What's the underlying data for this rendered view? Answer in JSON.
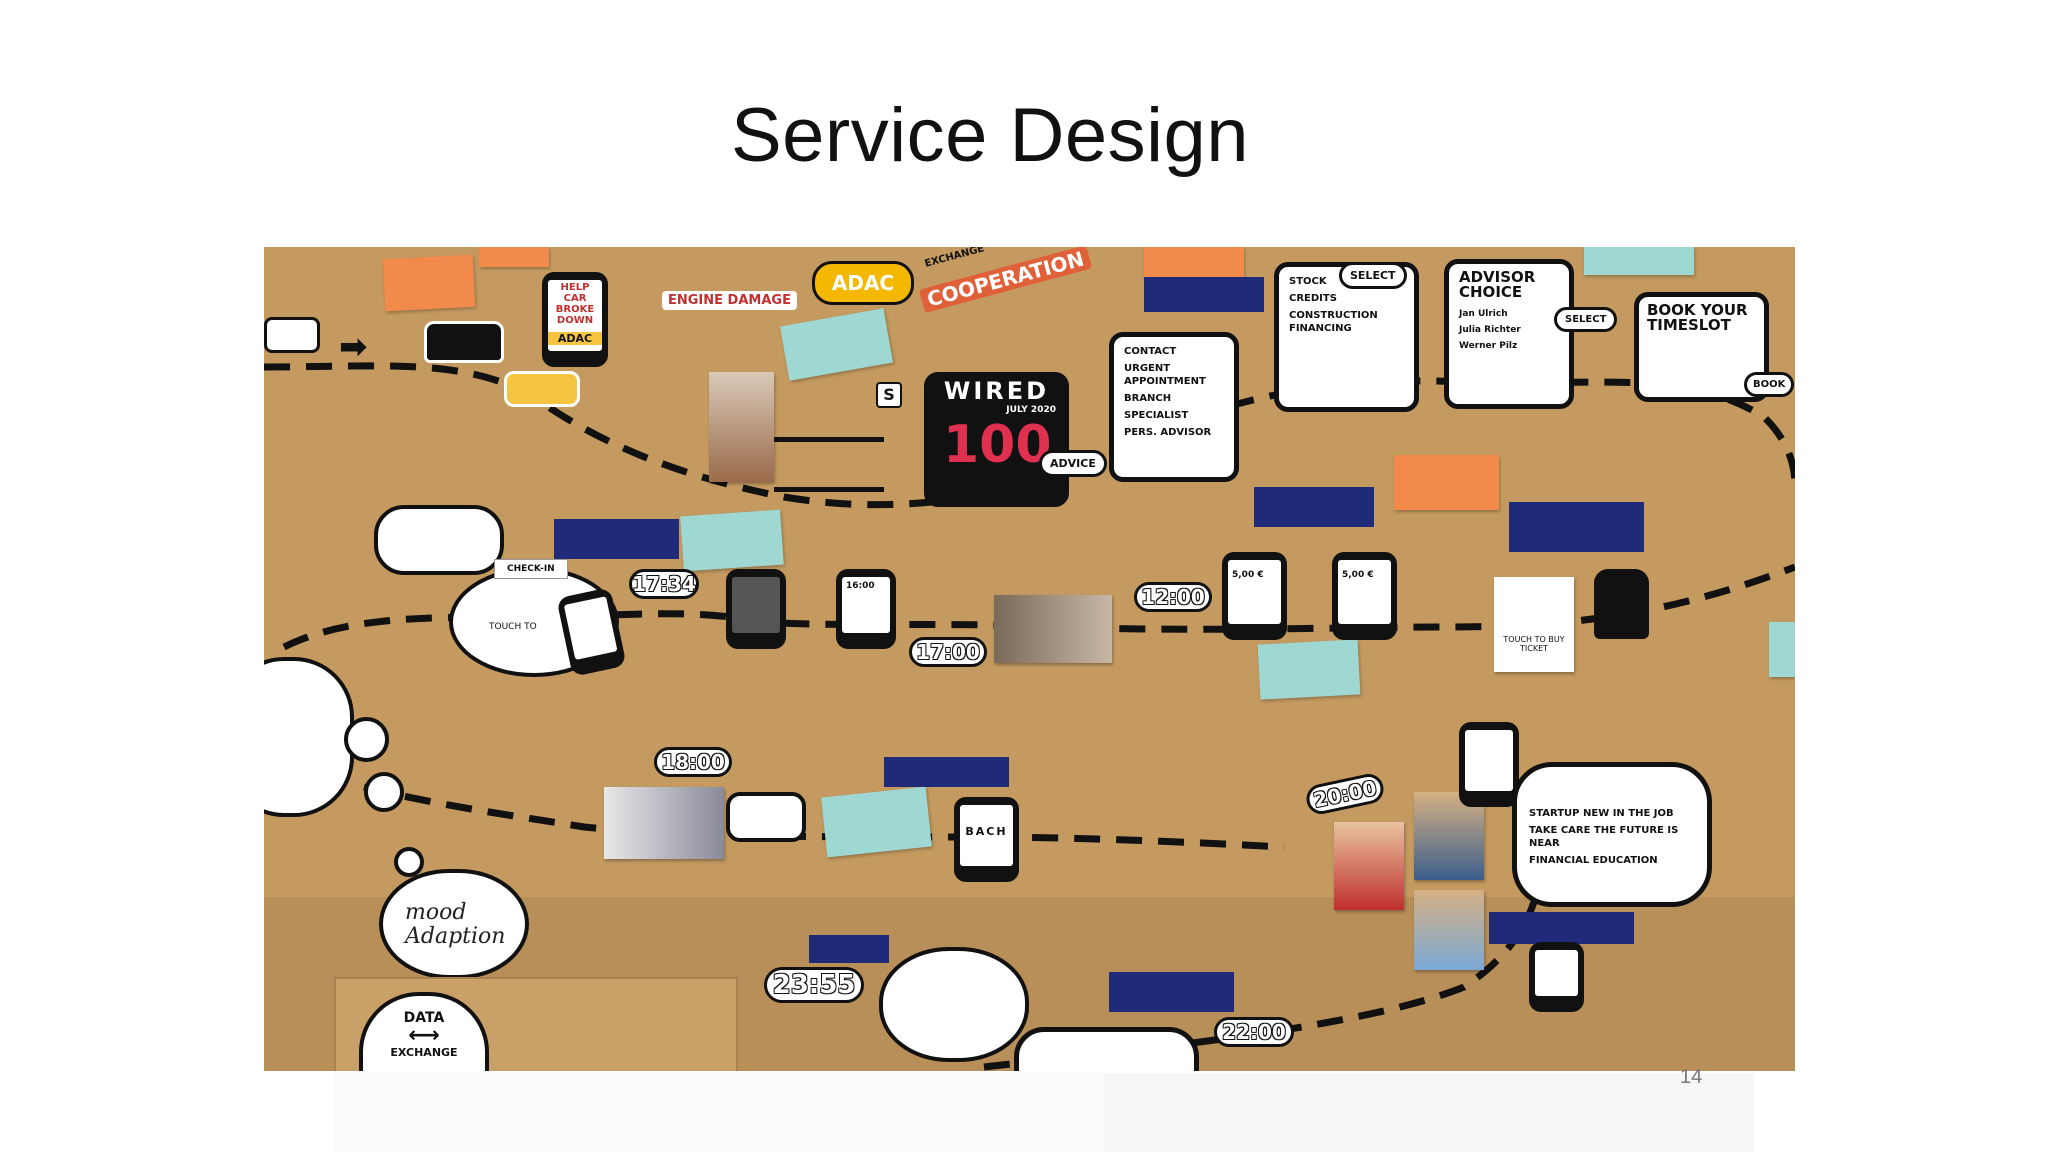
{
  "slide": {
    "title": "Service Design",
    "page_number": "14"
  },
  "board": {
    "top_row": {
      "help_car": "HELP CAR BROKE DOWN",
      "adac_sign": "ADAC",
      "engine_damage": "ENGINE DAMAGE",
      "adac_cloud": "ADAC",
      "cooperation": "COOPERATION",
      "exchange": "EXCHANGE",
      "wired": "WIRED",
      "wired_date": "JULY 2020",
      "wired_number": "100",
      "advice": "ADVICE",
      "menu_items": [
        "CONTACT",
        "URGENT APPOINTMENT",
        "BRANCH",
        "SPECIALIST",
        "PERS. ADVISOR"
      ],
      "finance_items": [
        "STOCK",
        "CREDITS",
        "CONSTRUCTION FINANCING"
      ],
      "select": "SELECT",
      "advisor_choice": "ADVISOR CHOICE",
      "advisors": [
        "Jan Ulrich",
        "Julia Richter",
        "Werner Pilz"
      ],
      "book_timeslot": "BOOK YOUR TIMESLOT",
      "book": "BOOK"
    },
    "middle_row": {
      "check_in": "CHECK-IN",
      "touch_to": "TOUCH TO",
      "time_1": "17:34",
      "phone_time": "16:00",
      "time_2": "17:00",
      "time_3": "12:00",
      "price_1": "5,00 €",
      "price_2": "5,00 €",
      "touch_to_buy": "TOUCH TO BUY TICKET"
    },
    "lower_row": {
      "time_4": "18:00",
      "bach": "BACH",
      "time_5": "20:00",
      "tv_items": [
        "STARTUP NEW IN THE JOB",
        "TAKE CARE THE FUTURE IS NEAR",
        "FINANCIAL EDUCATION"
      ],
      "mood": "mood Adaption"
    },
    "bottom_row": {
      "data": "DATA",
      "exchange": "EXCHANGE",
      "time_6": "23:55",
      "time_7": "22:00"
    }
  }
}
